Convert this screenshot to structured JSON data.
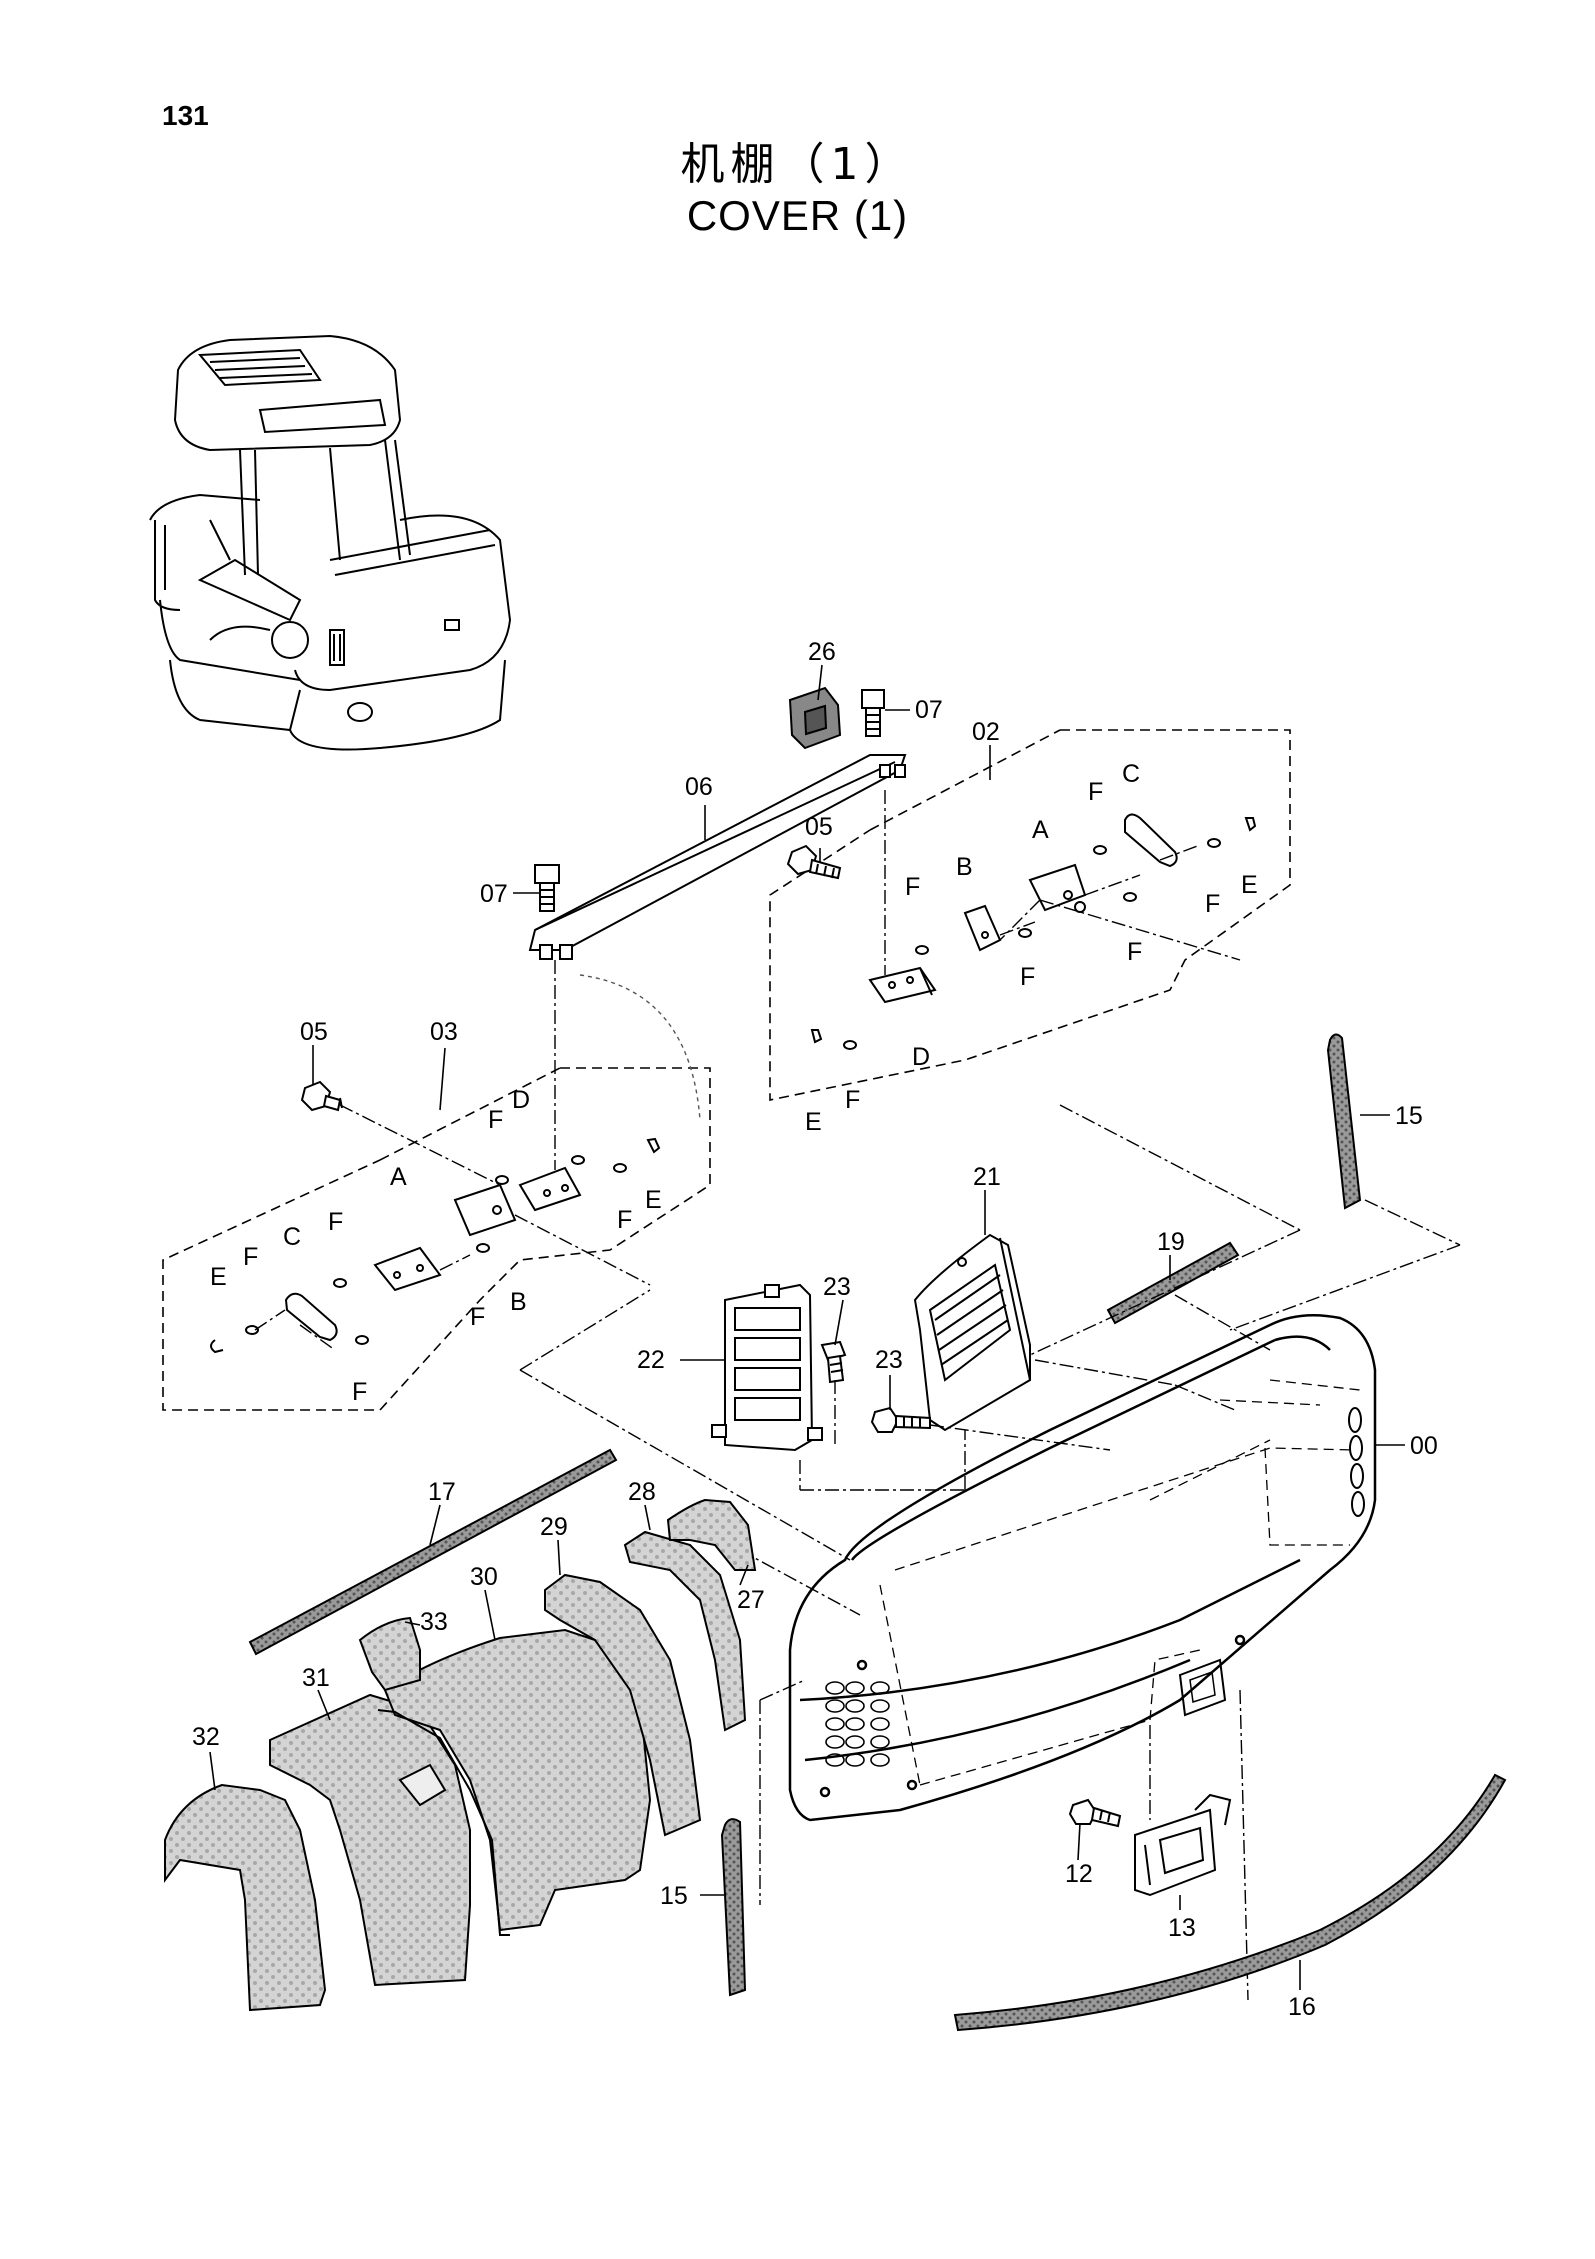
{
  "page_number": "131",
  "title_cn": "机棚（1）",
  "title_en": "COVER (1)",
  "callouts": {
    "c26": "26",
    "c07a": "07",
    "c02": "02",
    "c06": "06",
    "c05a": "05",
    "c07b": "07",
    "c05b": "05",
    "c03": "03",
    "c15a": "15",
    "c21": "21",
    "c19": "19",
    "c23a": "23",
    "c23b": "23",
    "c22": "22",
    "c00": "00",
    "c17": "17",
    "c28": "28",
    "c29": "29",
    "c30": "30",
    "c27": "27",
    "c33": "33",
    "c31": "31",
    "c32": "32",
    "c15b": "15",
    "c12": "12",
    "c13": "13",
    "c16": "16"
  },
  "letters": {
    "lA1": "A",
    "lB1": "B",
    "lC1": "C",
    "lD1": "D",
    "lE1": "E",
    "lE2": "E",
    "lF1": "F",
    "lF2": "F",
    "lF3": "F",
    "lF4": "F",
    "lF5": "F",
    "lA2": "A",
    "lB2": "B",
    "lC2": "C",
    "lD2": "D",
    "lE3": "E",
    "lE4": "E",
    "lF6": "F",
    "lF7": "F",
    "lF8": "F",
    "lF9": "F",
    "lF10": "F",
    "lF11": "F"
  }
}
